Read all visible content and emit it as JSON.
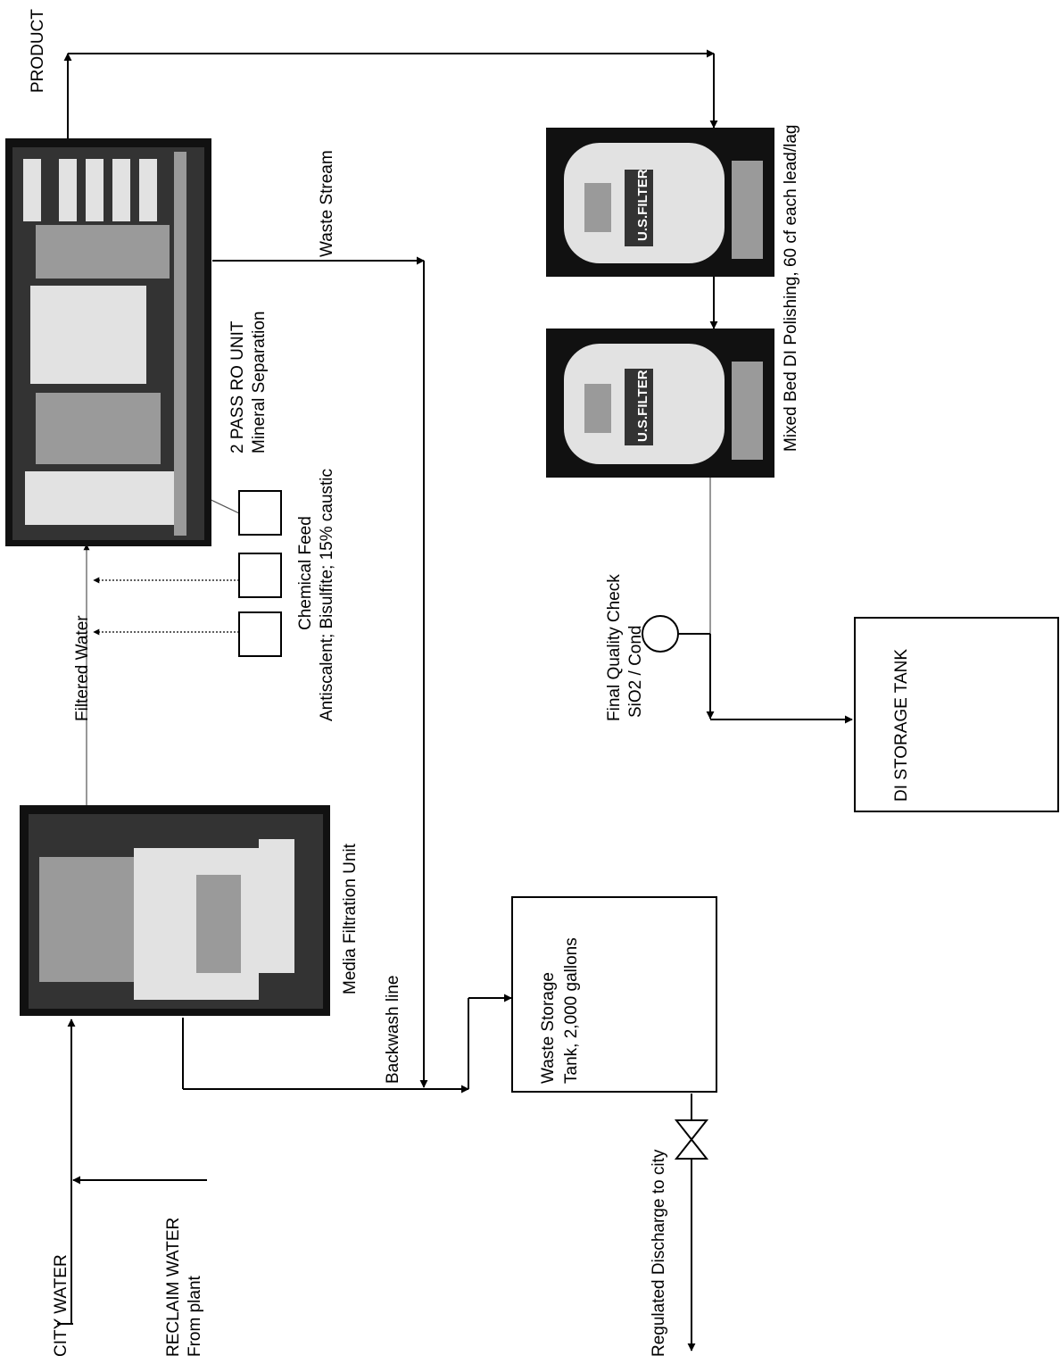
{
  "labels": {
    "product": "PRODUCT",
    "waste_stream": "Waste Stream",
    "ro_title": "2 PASS RO UNIT",
    "ro_subtitle": "Mineral Separation",
    "chem_title": "Chemical Feed",
    "chem_subtitle": "Antiscalent; Bisulfite; 15% caustic",
    "filtered_water": "Filtered Water",
    "media_filtration": "Media Filtration Unit",
    "backwash": "Backwash line",
    "waste_tank_line1": "Waste  Storage",
    "waste_tank_line2": "Tank, 2,000 gallons",
    "city_water": "CITY WATER",
    "reclaim_line1": "RECLAIM WATER",
    "reclaim_line2": "From plant",
    "regulated": "Regulated Discharge to city",
    "mixed_bed": "Mixed Bed DI Polishing, 60 cf each lead/lag",
    "qc_line1": "Final Quality Check",
    "qc_line2": "SiO2  /  Cond",
    "di_tank": "DI STORAGE TANK",
    "usfilter_1": "U.S.FILTER",
    "usfilter_2": "U.S.FILTER"
  },
  "colors": {
    "line": "#000000",
    "photo_bg": "#111111",
    "background": "#ffffff"
  },
  "icons": {
    "valve": "bowtie-valve-icon",
    "sensor": "quality-sensor-icon"
  }
}
